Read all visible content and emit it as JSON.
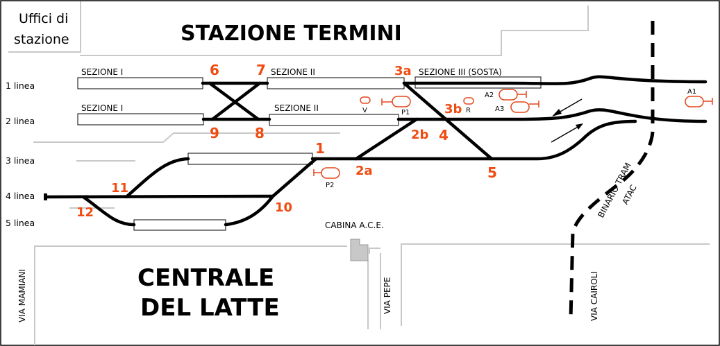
{
  "header": {
    "station": "STAZIONE TERMINI",
    "offices_line1": "Uffici di",
    "offices_line2": "stazione"
  },
  "area": {
    "line1": "CENTRALE",
    "line2": "DEL LATTE"
  },
  "lines": [
    "1 linea",
    "2 linea",
    "3 linea",
    "4 linea",
    "5 linea"
  ],
  "sections": {
    "s1_top": "SEZIONE I",
    "s2_top": "SEZIONE II",
    "s3_top": "SEZIONE III (SOSTA)",
    "s1_bottom": "SEZIONE I",
    "s2_bottom": "SEZIONE II"
  },
  "switches": {
    "n6": "6",
    "n7": "7",
    "n3a": "3a",
    "n9": "9",
    "n8": "8",
    "n3b": "3b",
    "n2b": "2b",
    "n4": "4",
    "n1": "1",
    "n2a": "2a",
    "n5": "5",
    "n11": "11",
    "n10": "10",
    "n12": "12"
  },
  "signals": {
    "V": "V",
    "P1": "P1",
    "R": "R",
    "A2": "A2",
    "A3": "A3",
    "A1": "A1",
    "P2": "P2"
  },
  "streets": {
    "mamiani": "VIA MAMIANI",
    "pepe": "VIA PEPE",
    "cairoli": "VIA CAIROLI"
  },
  "cabina": "CABINA A.C.E.",
  "tram": {
    "line1": "BINARIO TRAM",
    "line2": "ATAC"
  },
  "colors": {
    "switch_number": "#f04b10",
    "signal": "#e3461a",
    "track": "#000000",
    "wall": "#c8c8c8",
    "cabin": "#c8c8c8"
  }
}
